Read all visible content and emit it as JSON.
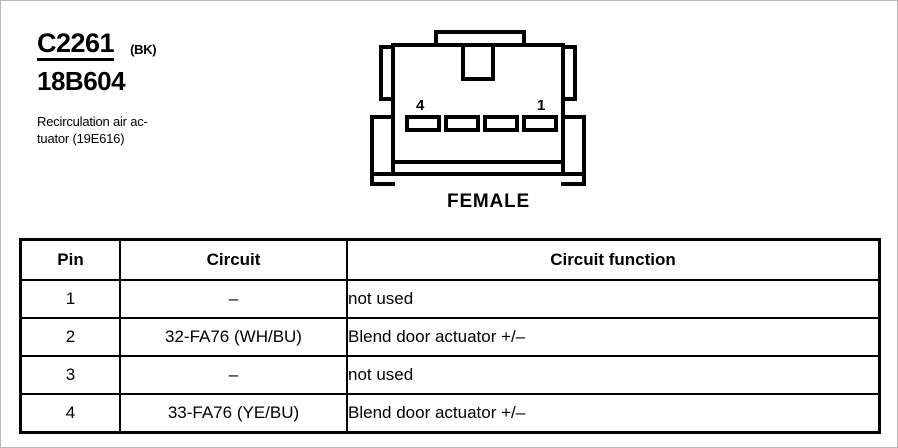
{
  "connector": {
    "id": "C2261",
    "color_code": "(BK)",
    "part_number": "18B604",
    "description_line1": "Recirculation air ac-",
    "description_line2": "tuator (19E616)",
    "gender_label": "FEMALE",
    "pin_marker_left": "4",
    "pin_marker_right": "1",
    "cavity_count": 4
  },
  "table": {
    "headers": [
      "Pin",
      "Circuit",
      "Circuit function"
    ],
    "rows": [
      {
        "pin": "1",
        "circuit": "–",
        "function": "not used"
      },
      {
        "pin": "2",
        "circuit": "32-FA76 (WH/BU)",
        "function": "Blend door actuator +/–"
      },
      {
        "pin": "3",
        "circuit": "–",
        "function": "not used"
      },
      {
        "pin": "4",
        "circuit": "33-FA76 (YE/BU)",
        "function": "Blend door actuator +/–"
      }
    ]
  },
  "colors": {
    "ink": "#000000",
    "paper": "#ffffff",
    "page_border": "#b8b8b8"
  }
}
